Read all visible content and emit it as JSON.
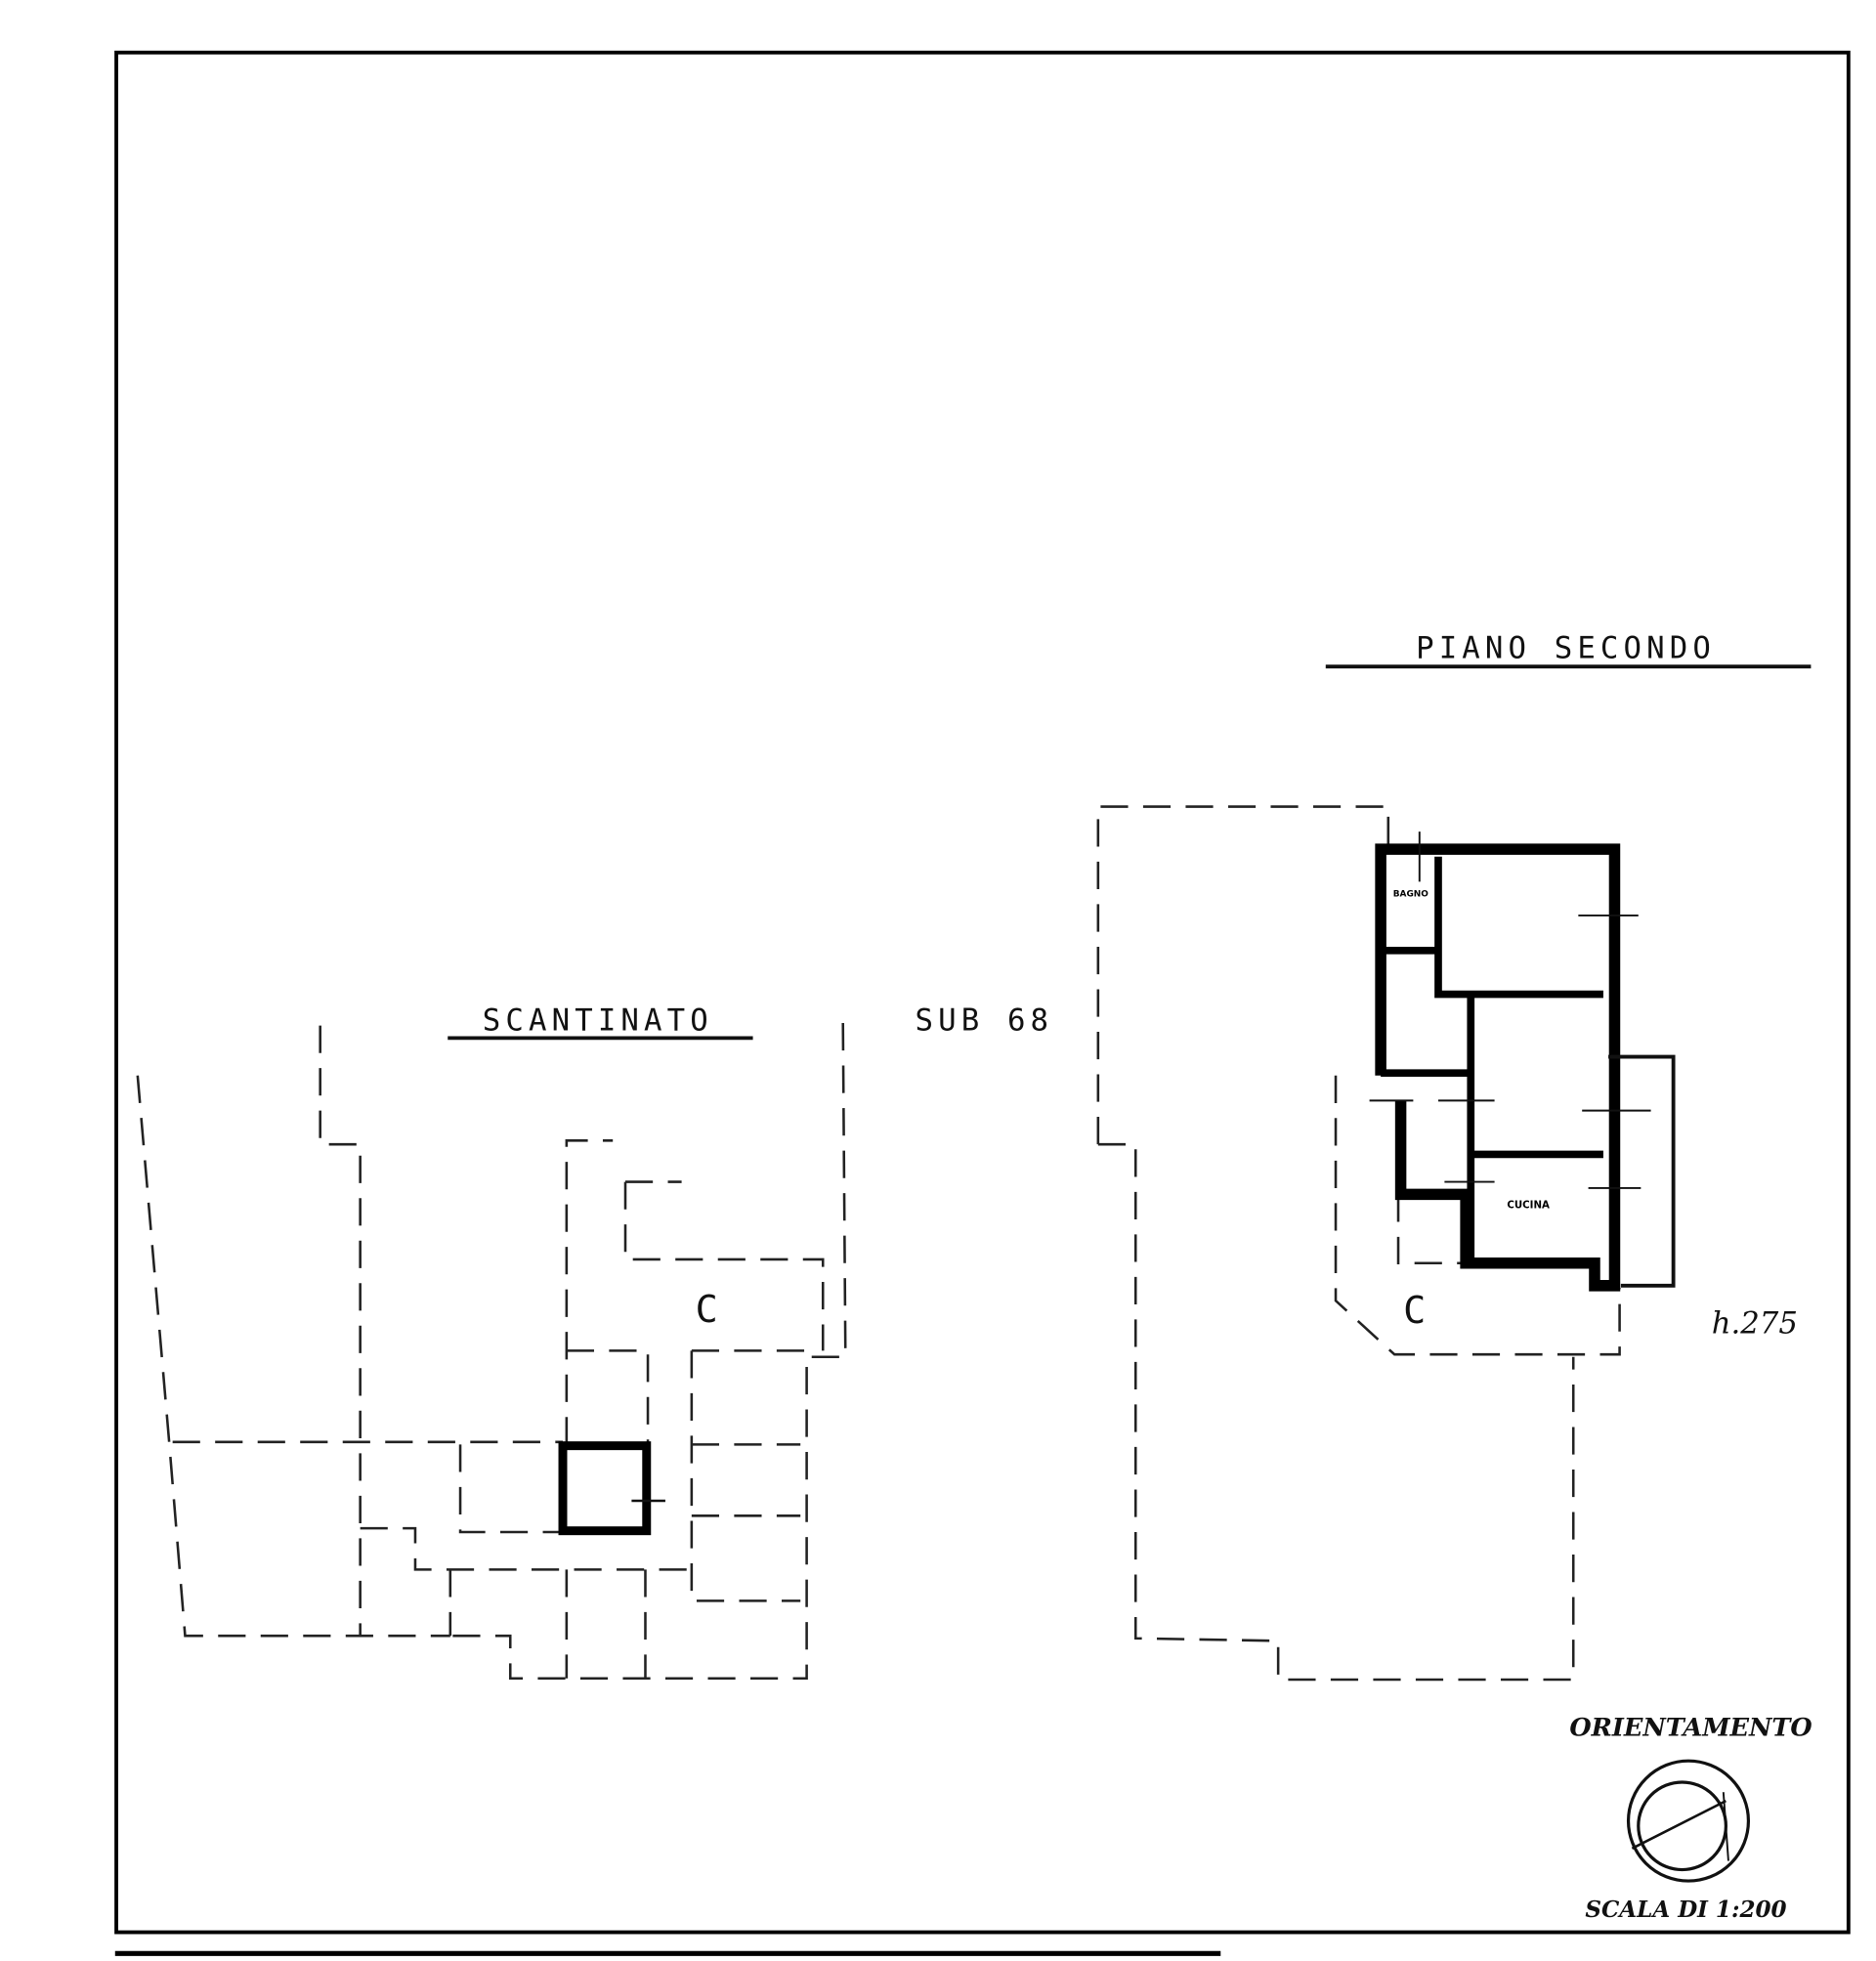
{
  "left_plan": {
    "title": "SCANTINATO",
    "area_label": "C"
  },
  "unit_label": "SUB 68",
  "right_plan": {
    "title": "PIANO SECONDO",
    "area_label": "C",
    "height_note": "h.275",
    "rooms": [
      "BAGNO",
      "CUCINA"
    ]
  },
  "orientation": {
    "title": "ORIENTAMENTO"
  },
  "scale": {
    "label": "SCALA DI 1:200"
  }
}
